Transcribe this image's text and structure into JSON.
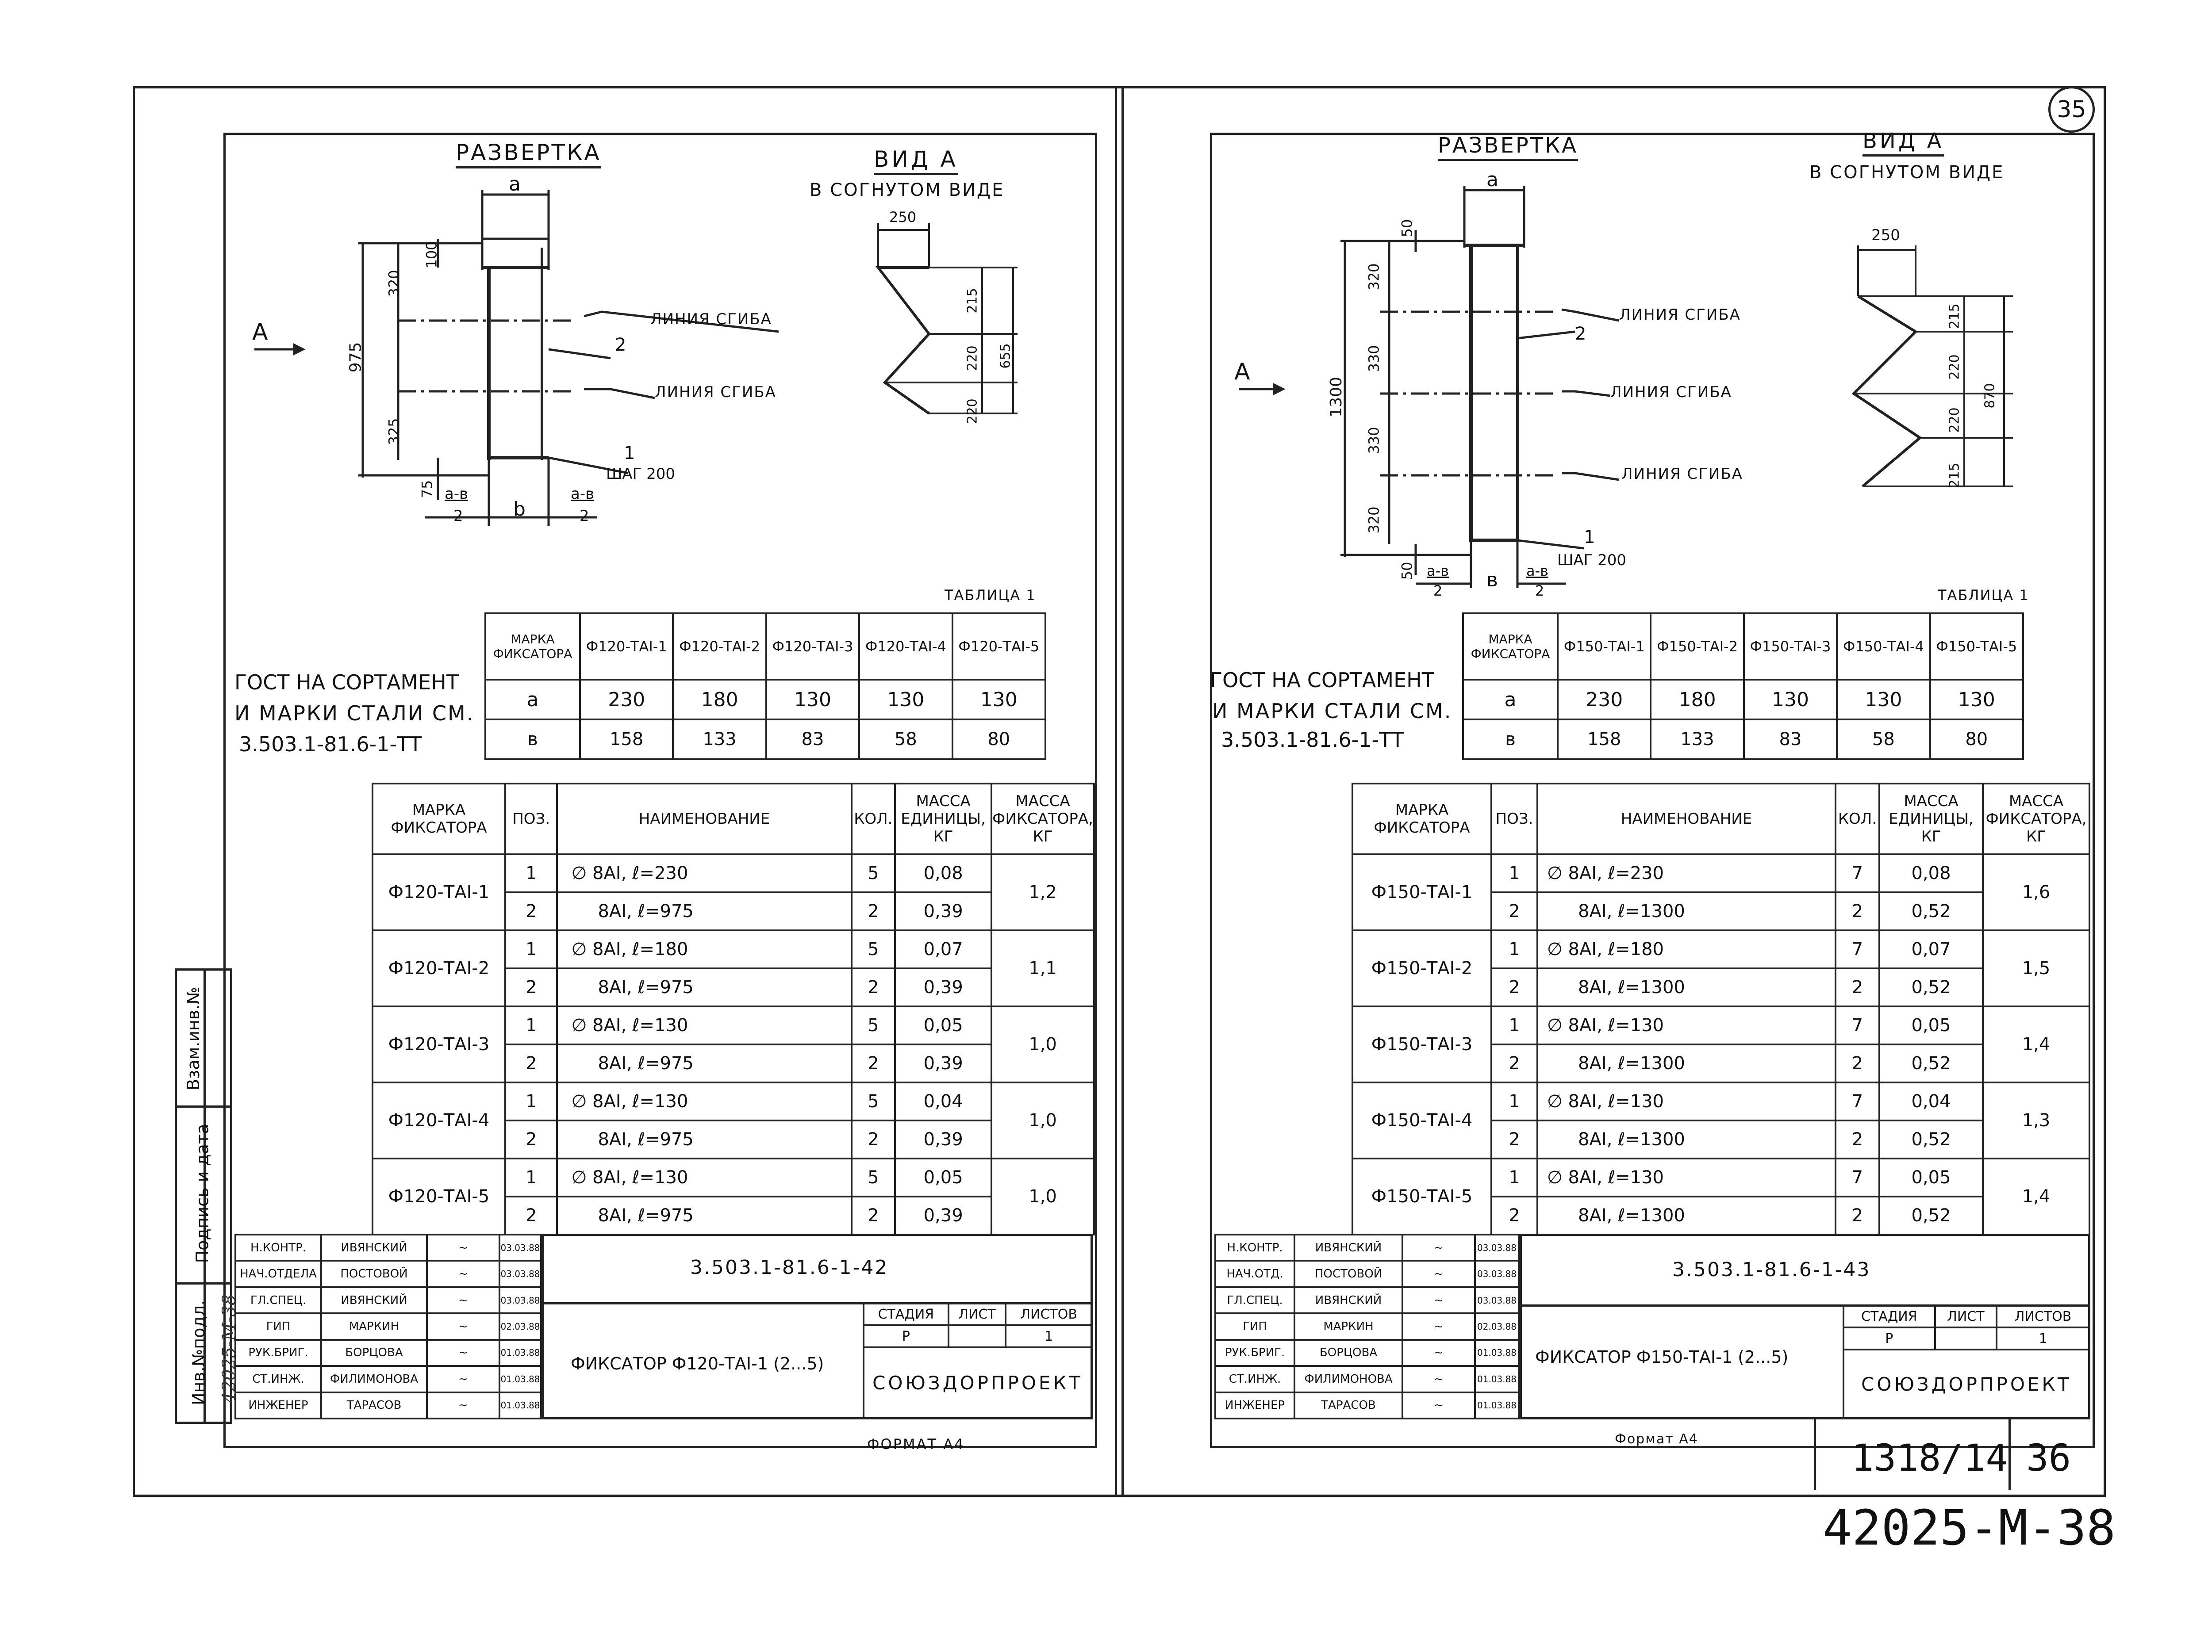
{
  "page_number_circle": "35",
  "left": {
    "razvertka_title": "РАЗВЕРТКА",
    "view_title": "ВИД А",
    "view_subtitle": "В СОГНУТОМ ВИДЕ",
    "dim_a": "a",
    "dim_b": "b",
    "dims_vertical": [
      "100",
      "320",
      "975",
      "325",
      "75"
    ],
    "dims_view": [
      "250",
      "215",
      "220",
      "220",
      "655"
    ],
    "view_label_A": "A",
    "fold_line_1": "ЛИНИЯ СГИБА",
    "fold_line_2": "ЛИНИЯ СГИБА",
    "pos_2": "2",
    "pos_1": "1",
    "step": "ШАГ 200",
    "frac_top": "a-в",
    "frac_bottom": "2",
    "table1_title": "ТАБЛИЦА 1",
    "gost_lines": [
      "ГОСТ НА СОРТАМЕНТ",
      "И МАРКИ СТАЛИ СМ.",
      "3.503.1-81.6-1-ТТ"
    ],
    "table1": {
      "header": [
        "МАРКА ФИКСАТОРА",
        "Ф120-ТАI-1",
        "Ф120-ТАI-2",
        "Ф120-ТАI-3",
        "Ф120-ТАI-4",
        "Ф120-ТАI-5"
      ],
      "rows": [
        [
          "a",
          "230",
          "180",
          "130",
          "130",
          "130"
        ],
        [
          "в",
          "158",
          "133",
          "83",
          "58",
          "80"
        ]
      ]
    },
    "spec": {
      "header": [
        "МАРКА ФИКСАТОРА",
        "ПОЗ.",
        "НАИМЕНОВАНИЕ",
        "КОЛ.",
        "МАССА ЕДИНИЦЫ, КГ",
        "МАССА ФИКСАТОРА, КГ"
      ],
      "groups": [
        {
          "mark": "Ф120-ТАI-1",
          "mass": "1,2",
          "rows": [
            [
              "1",
              "∅ 8AI, ℓ=230",
              "5",
              "0,08"
            ],
            [
              "2",
              "8AI, ℓ=975",
              "2",
              "0,39"
            ]
          ]
        },
        {
          "mark": "Ф120-ТАI-2",
          "mass": "1,1",
          "rows": [
            [
              "1",
              "∅ 8AI, ℓ=180",
              "5",
              "0,07"
            ],
            [
              "2",
              "8AI, ℓ=975",
              "2",
              "0,39"
            ]
          ]
        },
        {
          "mark": "Ф120-ТАI-3",
          "mass": "1,0",
          "rows": [
            [
              "1",
              "∅ 8AI, ℓ=130",
              "5",
              "0,05"
            ],
            [
              "2",
              "8AI, ℓ=975",
              "2",
              "0,39"
            ]
          ]
        },
        {
          "mark": "Ф120-ТАI-4",
          "mass": "1,0",
          "rows": [
            [
              "1",
              "∅ 8AI, ℓ=130",
              "5",
              "0,04"
            ],
            [
              "2",
              "8AI, ℓ=975",
              "2",
              "0,39"
            ]
          ]
        },
        {
          "mark": "Ф120-ТАI-5",
          "mass": "1,0",
          "rows": [
            [
              "1",
              "∅ 8AI, ℓ=130",
              "5",
              "0,05"
            ],
            [
              "2",
              "8AI, ℓ=975",
              "2",
              "0,39"
            ]
          ]
        }
      ]
    },
    "stamp": {
      "roles": [
        "Н.КОНТР.",
        "НАЧ.ОТДЕЛА",
        "ГЛ.СПЕЦ.",
        "ГИП",
        "РУК.БРИГ.",
        "СТ.ИНЖ.",
        "ИНЖЕНЕР"
      ],
      "names": [
        "ИВЯНСКИЙ",
        "ПОСТОВОЙ",
        "ИВЯНСКИЙ",
        "МАРКИН",
        "БОРЦОВА",
        "ФИЛИМОНОВА",
        "ТАРАСОВ"
      ],
      "dates": [
        "03.03.88",
        "03.03.88",
        "03.03.88",
        "02.03.88",
        "01.03.88",
        "01.03.88",
        "01.03.88"
      ],
      "doc_code": "3.503.1-81.6-1-42",
      "title": "ФИКСАТОР Ф120-ТАI-1 (2...5)",
      "stage_label": "СТАДИЯ",
      "sheet_label": "ЛИСТ",
      "sheets_label": "ЛИСТОВ",
      "stage": "Р",
      "sheets": "1",
      "org": "СОЮЗДОРПРОЕКТ"
    },
    "format": "ФОРМАТ А4",
    "side_labels": [
      "Инв.№подл.",
      "Подпись и дата",
      "Взам.инв.№"
    ],
    "side_inv": "42025-М-38"
  },
  "right": {
    "razvertka_title": "РАЗВЕРТКА",
    "view_title": "ВИД А",
    "view_subtitle": "В СОГНУТОМ ВИДЕ",
    "dim_a": "a",
    "dim_b": "в",
    "dims_vertical": [
      "50",
      "320",
      "1300",
      "330",
      "330",
      "320",
      "50"
    ],
    "dims_view": [
      "250",
      "215",
      "220",
      "220",
      "215",
      "870"
    ],
    "view_label_A": "A",
    "fold_lines": [
      "ЛИНИЯ СГИБА",
      "ЛИНИЯ СГИБА",
      "ЛИНИЯ СГИБА"
    ],
    "pos_2": "2",
    "pos_1": "1",
    "step": "ШАГ 200",
    "frac_top": "a-в",
    "frac_bottom": "2",
    "table1_title": "ТАБЛИЦА 1",
    "gost_lines": [
      "ГОСТ НА СОРТАМЕНТ",
      "И МАРКИ СТАЛИ СМ.",
      "3.503.1-81.6-1-ТТ"
    ],
    "table1": {
      "header": [
        "МАРКА ФИКСАТОРА",
        "Ф150-ТАI-1",
        "Ф150-ТАI-2",
        "Ф150-ТАI-3",
        "Ф150-ТАI-4",
        "Ф150-ТАI-5"
      ],
      "rows": [
        [
          "a",
          "230",
          "180",
          "130",
          "130",
          "130"
        ],
        [
          "в",
          "158",
          "133",
          "83",
          "58",
          "80"
        ]
      ]
    },
    "spec": {
      "header": [
        "МАРКА ФИКСАТОРА",
        "ПОЗ.",
        "НАИМЕНОВАНИЕ",
        "КОЛ.",
        "МАССА ЕДИНИЦЫ, КГ",
        "МАССА ФИКСАТОРА, КГ"
      ],
      "groups": [
        {
          "mark": "Ф150-ТАI-1",
          "mass": "1,6",
          "rows": [
            [
              "1",
              "∅ 8AI, ℓ=230",
              "7",
              "0,08"
            ],
            [
              "2",
              "8AI, ℓ=1300",
              "2",
              "0,52"
            ]
          ]
        },
        {
          "mark": "Ф150-ТАI-2",
          "mass": "1,5",
          "rows": [
            [
              "1",
              "∅ 8AI, ℓ=180",
              "7",
              "0,07"
            ],
            [
              "2",
              "8AI, ℓ=1300",
              "2",
              "0,52"
            ]
          ]
        },
        {
          "mark": "Ф150-ТАI-3",
          "mass": "1,4",
          "rows": [
            [
              "1",
              "∅ 8AI, ℓ=130",
              "7",
              "0,05"
            ],
            [
              "2",
              "8AI, ℓ=1300",
              "2",
              "0,52"
            ]
          ]
        },
        {
          "mark": "Ф150-ТАI-4",
          "mass": "1,3",
          "rows": [
            [
              "1",
              "∅ 8AI, ℓ=130",
              "7",
              "0,04"
            ],
            [
              "2",
              "8AI, ℓ=1300",
              "2",
              "0,52"
            ]
          ]
        },
        {
          "mark": "Ф150-ТАI-5",
          "mass": "1,4",
          "rows": [
            [
              "1",
              "∅ 8AI, ℓ=130",
              "7",
              "0,05"
            ],
            [
              "2",
              "8AI, ℓ=1300",
              "2",
              "0,52"
            ]
          ]
        }
      ]
    },
    "stamp": {
      "roles": [
        "Н.КОНТР.",
        "НАЧ.ОТД.",
        "ГЛ.СПЕЦ.",
        "ГИП",
        "РУК.БРИГ.",
        "СТ.ИНЖ.",
        "ИНЖЕНЕР"
      ],
      "names": [
        "ИВЯНСКИЙ",
        "ПОСТОВОЙ",
        "ИВЯНСКИЙ",
        "МАРКИН",
        "БОРЦОВА",
        "ФИЛИМОНОВА",
        "ТАРАСОВ"
      ],
      "dates": [
        "03.03.88",
        "03.03.88",
        "03.03.88",
        "02.03.88",
        "01.03.88",
        "01.03.88",
        "01.03.88"
      ],
      "doc_code": "3.503.1-81.6-1-43",
      "title": "ФИКСАТОР Ф150-ТАI-1 (2...5)",
      "stage_label": "СТАДИЯ",
      "sheet_label": "ЛИСТ",
      "sheets_label": "ЛИСТОВ",
      "stage": "Р",
      "sheets": "1",
      "org": "СОЮЗДОРПРОЕКТ"
    },
    "format": "Формат А4"
  },
  "archive_number": "1318/14",
  "archive_sheet": "36",
  "album_code": "42025-М-38"
}
